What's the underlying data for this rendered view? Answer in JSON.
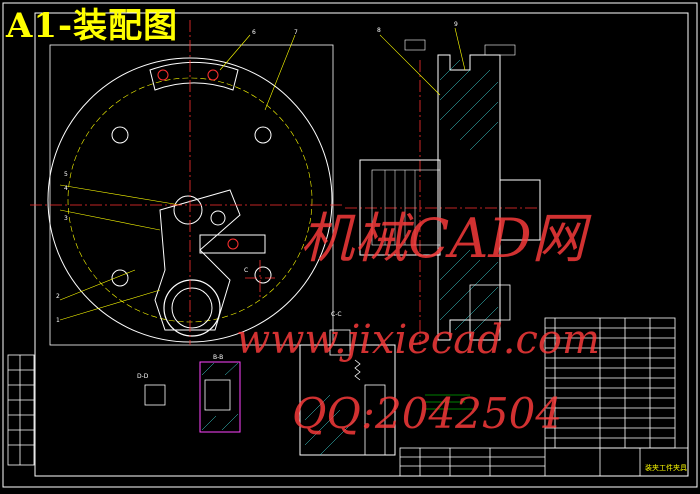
{
  "drawing": {
    "title": "A1-装配图",
    "section_bb": "B-B",
    "section_cc": "C-C",
    "section_c": "C",
    "section_d": "D-D",
    "callouts": [
      "1",
      "2",
      "3",
      "4",
      "5",
      "6",
      "7",
      "8",
      "9"
    ],
    "title_block_label": "装夹工件夹具"
  },
  "watermark": {
    "line1": "机械CAD网",
    "line2": "www.jixiecad.com",
    "line3": "QQ:2042504"
  },
  "colors": {
    "background": "#000000",
    "outline": "#ffffff",
    "part": "#ffff00",
    "centerline": "#ff3030",
    "section": "#ff44ff",
    "hatch": "#40e0e0",
    "dimension": "#00ff00",
    "title": "#ffff00"
  }
}
